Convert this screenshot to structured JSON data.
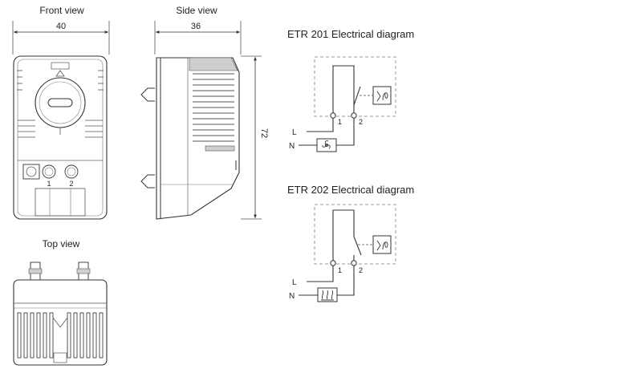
{
  "views": {
    "front": {
      "title": "Front view",
      "dimension": "40",
      "terminal_1": "1",
      "terminal_2": "2"
    },
    "side": {
      "title": "Side view",
      "width_dimension": "36",
      "height_dimension": "72"
    },
    "top": {
      "title": "Top view"
    }
  },
  "diagrams": [
    {
      "title": "ETR 201 Electrical diagram",
      "line_label": "L",
      "neutral_label": "N",
      "terminal_1": "1",
      "terminal_2": "2",
      "load": "fan-icon"
    },
    {
      "title": "ETR 202 Electrical diagram",
      "line_label": "L",
      "neutral_label": "N",
      "terminal_1": "1",
      "terminal_2": "2",
      "load": "heater-icon"
    }
  ],
  "colors": {
    "line": "#333333",
    "dashed": "#9a9a9a",
    "shade": "#cfcfcf"
  }
}
